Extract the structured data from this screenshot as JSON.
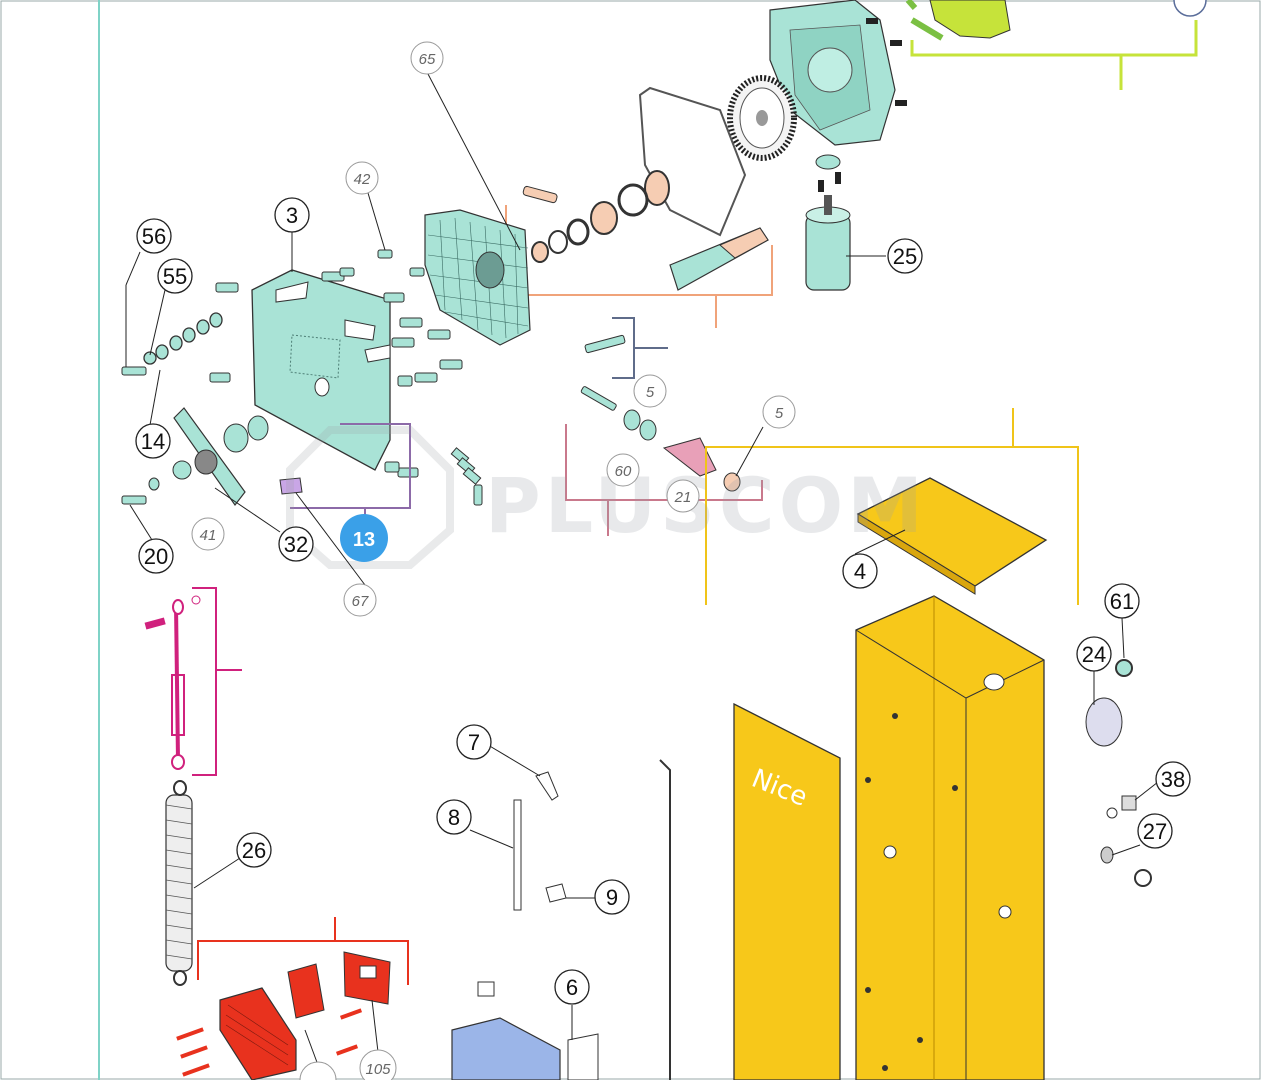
{
  "watermark": {
    "text": "PLUSCOM",
    "badge": "13"
  },
  "brand_on_panel": "Nice",
  "callouts": {
    "c56": "56",
    "c55": "55",
    "c14": "14",
    "c20": "20",
    "c41": "41",
    "c32": "32",
    "c67": "67",
    "c3": "3",
    "c42": "42",
    "c65": "65",
    "c25": "25",
    "c5a": "5",
    "c5b": "5",
    "c60": "60",
    "c21": "21",
    "c4": "4",
    "c61": "61",
    "c24": "24",
    "c38": "38",
    "c27": "27",
    "c26": "26",
    "c7": "7",
    "c8": "8",
    "c9": "9",
    "c6": "6",
    "c105": "105"
  },
  "colors": {
    "mint": "#a9e3d6",
    "yellow": "#f7c81a",
    "magenta": "#d0217d",
    "red": "#e8321e",
    "lime": "#c6e33a",
    "orange_bracket": "#f0a37a",
    "yellow_bracket": "#f0c419",
    "slate_bracket": "#5f6c8a",
    "rose_bracket": "#c9798c",
    "purple_bracket": "#8c6aa8",
    "teal_border": "#7fd3c7",
    "blue_part": "#9bb5e8"
  }
}
